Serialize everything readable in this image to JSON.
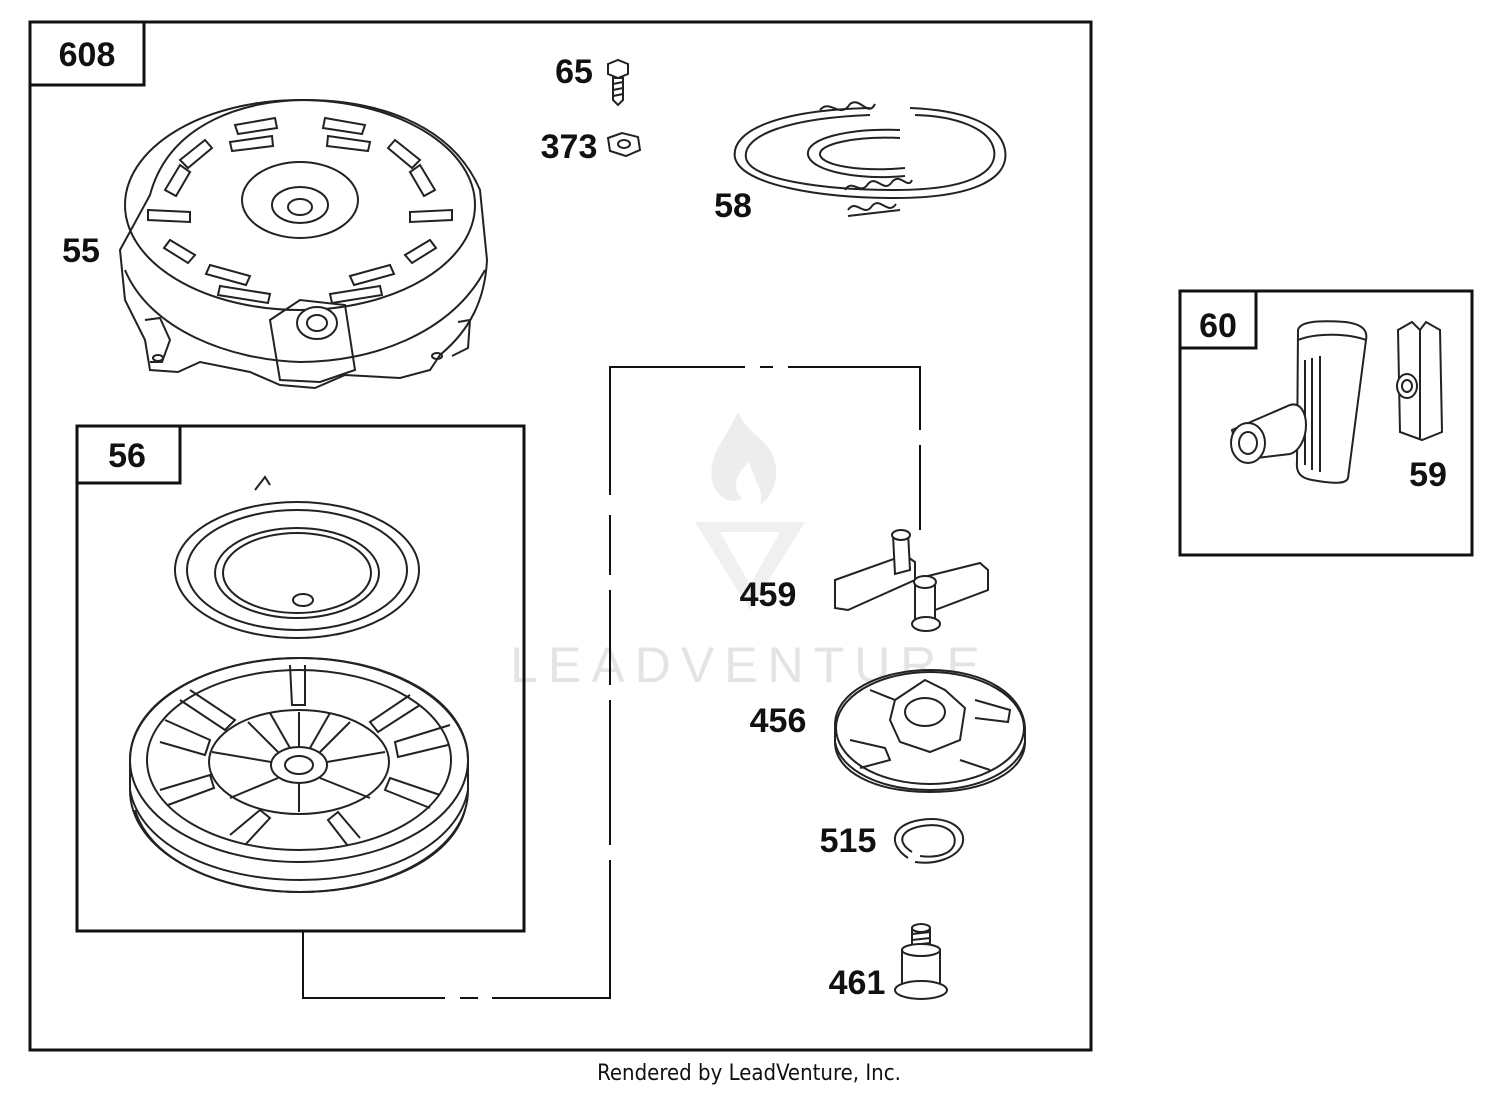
{
  "assemblies": {
    "main_box": "608",
    "sub_box": "56",
    "side_box": "60"
  },
  "parts": {
    "p55": "55",
    "p65": "65",
    "p373": "373",
    "p58": "58",
    "p459": "459",
    "p456": "456",
    "p515": "515",
    "p461": "461",
    "p59": "59"
  },
  "watermark": "LEADVENTURE",
  "footer": "Rendered by LeadVenture, Inc."
}
